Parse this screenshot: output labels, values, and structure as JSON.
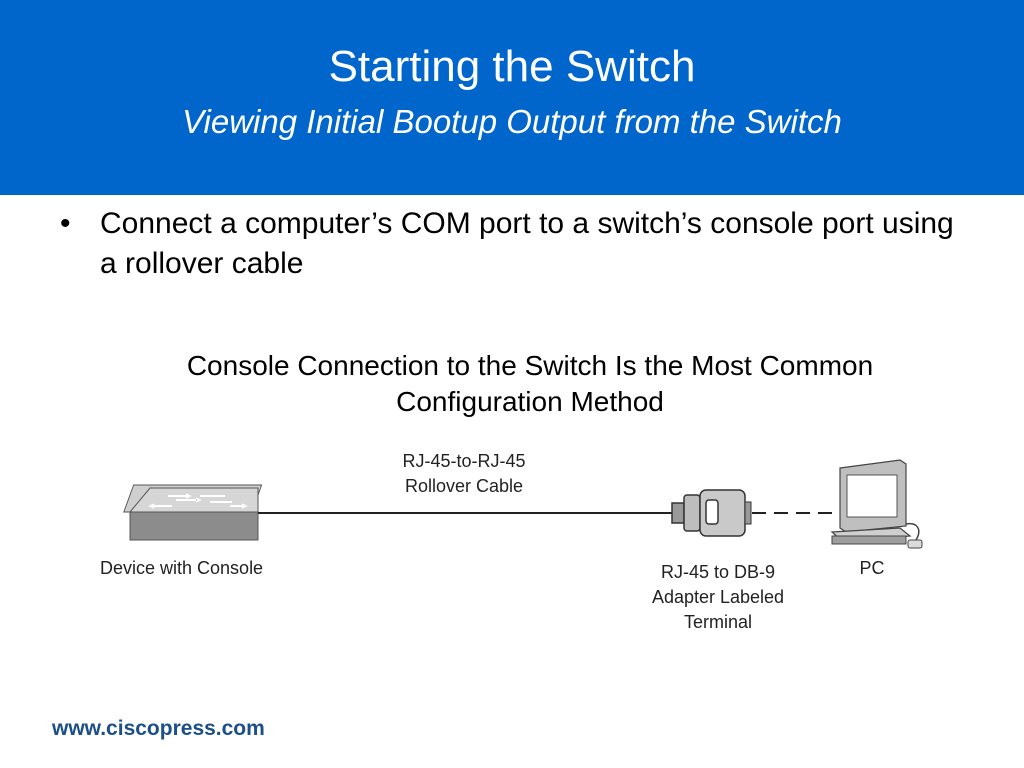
{
  "slide": {
    "title": "Starting the Switch",
    "subtitle": "Viewing Initial Bootup Output from the Switch",
    "bullet": "Connect a computer’s COM port to a switch’s console port using a rollover cable",
    "caption_line1": "Console Connection to the Switch Is the Most Common",
    "caption_line2": "Configuration Method",
    "footer": "www.ciscopress.com"
  },
  "diagram": {
    "cable_label_line1": "RJ-45-to-RJ-45",
    "cable_label_line2": "Rollover Cable",
    "device_label": "Device with Console",
    "adapter_label_line1": "RJ-45 to DB-9",
    "adapter_label_line2": "Adapter Labeled",
    "adapter_label_line3": "Terminal",
    "pc_label": "PC"
  },
  "colors": {
    "header_bg": "#0066cc",
    "footer_text": "#1a4f8a"
  }
}
